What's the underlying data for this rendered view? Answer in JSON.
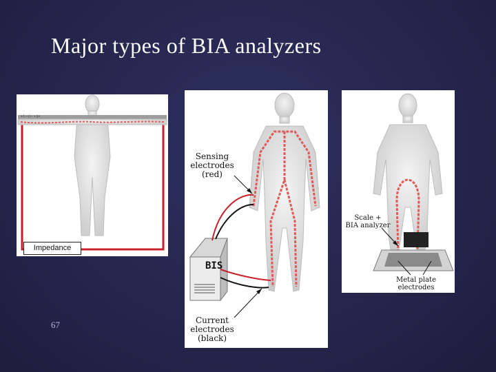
{
  "slide": {
    "title": "Major types of BIA analyzers",
    "page_number": "67"
  },
  "panel_1": {
    "impedance_label": "Impedance"
  },
  "panel_2": {
    "sensing_label": [
      "Sensing",
      "electrodes",
      "(red)"
    ],
    "current_label": [
      "Current",
      "electrodes",
      "(black)"
    ],
    "device_label": "BIS"
  },
  "panel_3": {
    "scale_label": [
      "Scale +",
      "BIA analyzer"
    ],
    "plate_label": [
      "Metal plate",
      "electrodes"
    ]
  },
  "colors": {
    "background": "#24264d",
    "circuit_red": "#c8202a",
    "signal_path": "#e05a5a",
    "body_fill": "#e6e6e6"
  }
}
